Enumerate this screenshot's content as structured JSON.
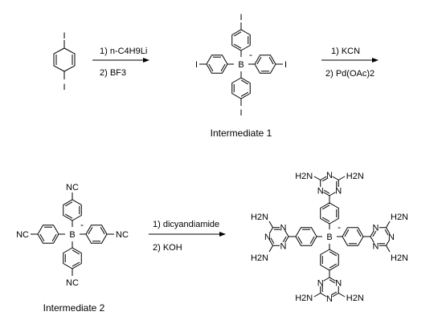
{
  "reaction_scheme": {
    "step1": {
      "reagent_1": "1) n-C4H9Li",
      "reagent_2": "2) BF3"
    },
    "step2": {
      "reagent_1": "1) KCN",
      "reagent_2": "2) Pd(OAc)2"
    },
    "step3": {
      "reagent_1": "1) dicyandiamide",
      "reagent_2": "2) KOH"
    }
  },
  "compounds": {
    "diiodobenzene": {
      "substituent": "I"
    },
    "intermediate_1": {
      "caption": "Intermediate 1",
      "center_atom": "B",
      "charge": "-",
      "substituent": "I"
    },
    "intermediate_2": {
      "caption": "Intermediate 2",
      "center_atom": "B",
      "charge": "-",
      "substituent": "NC"
    },
    "product": {
      "center_atom": "B",
      "charge": "-",
      "substituent": "H2N",
      "ring_atom": "N"
    }
  }
}
